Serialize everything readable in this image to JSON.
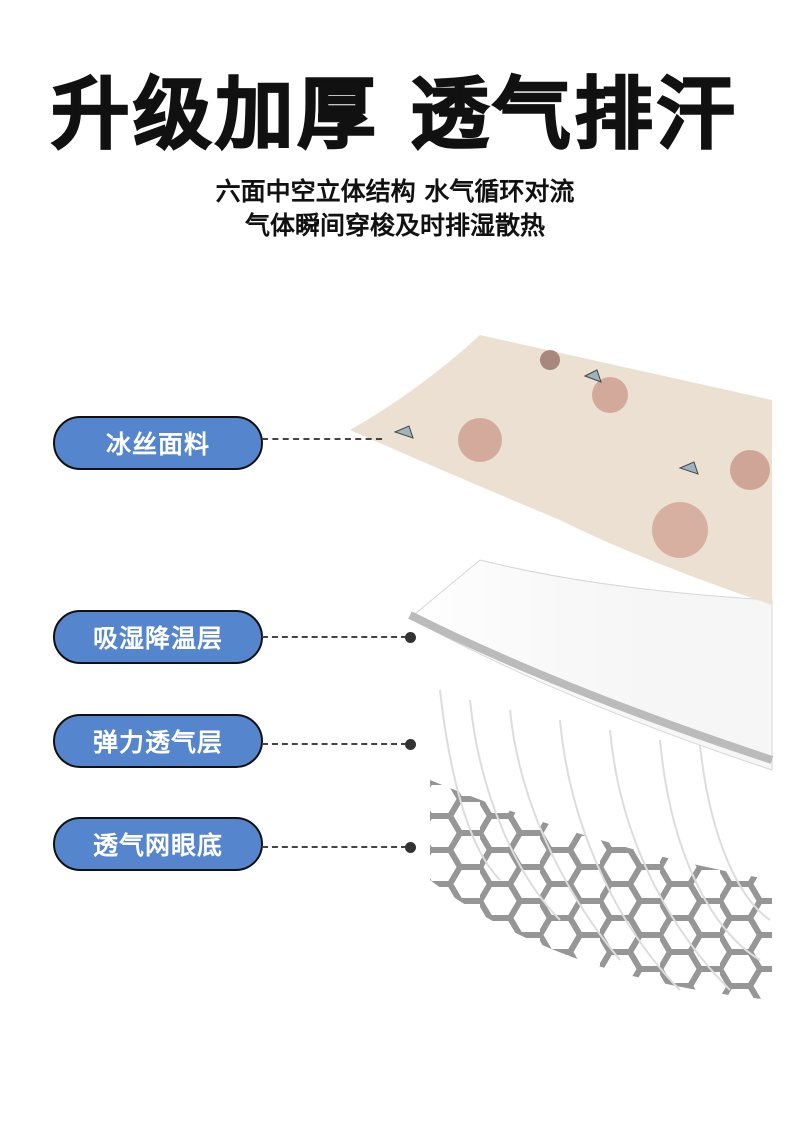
{
  "headline": "升级加厚 透气排汗",
  "subtitle": [
    "六面中空立体结构 水气循环对流",
    "气体瞬间穿梭及时排湿散热"
  ],
  "layers": [
    {
      "label": "冰丝面料"
    },
    {
      "label": "吸湿降温层"
    },
    {
      "label": "弹力透气层"
    },
    {
      "label": "透气网眼底"
    }
  ],
  "colors": {
    "pill": "#5585cc",
    "text": "#111111"
  }
}
